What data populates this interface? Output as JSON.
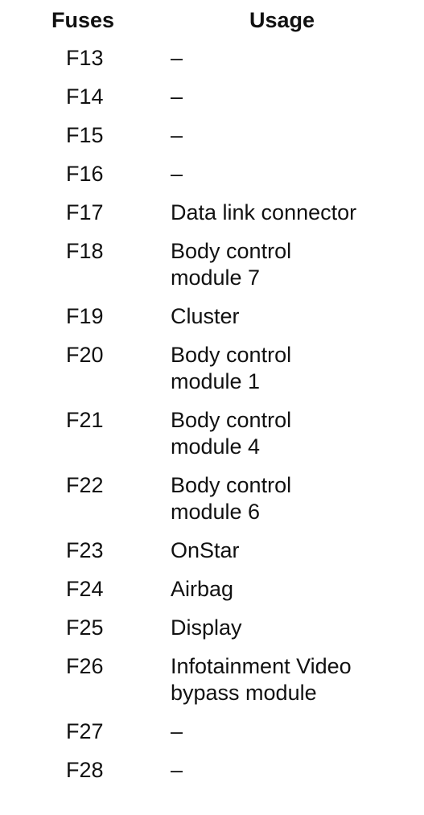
{
  "table": {
    "headers": {
      "fuses": "Fuses",
      "usage": "Usage"
    },
    "rows": [
      {
        "fuse": "F13",
        "usage": "–"
      },
      {
        "fuse": "F14",
        "usage": "–"
      },
      {
        "fuse": "F15",
        "usage": "–"
      },
      {
        "fuse": "F16",
        "usage": "–"
      },
      {
        "fuse": "F17",
        "usage": "Data link connector"
      },
      {
        "fuse": "F18",
        "usage": "Body control\nmodule 7"
      },
      {
        "fuse": "F19",
        "usage": "Cluster"
      },
      {
        "fuse": "F20",
        "usage": "Body control\nmodule 1"
      },
      {
        "fuse": "F21",
        "usage": "Body control\nmodule 4"
      },
      {
        "fuse": "F22",
        "usage": "Body control\nmodule 6"
      },
      {
        "fuse": "F23",
        "usage": "OnStar"
      },
      {
        "fuse": "F24",
        "usage": "Airbag"
      },
      {
        "fuse": "F25",
        "usage": "Display"
      },
      {
        "fuse": "F26",
        "usage": "Infotainment Video\nbypass module"
      },
      {
        "fuse": "F27",
        "usage": "–"
      },
      {
        "fuse": "F28",
        "usage": "–"
      }
    ]
  }
}
